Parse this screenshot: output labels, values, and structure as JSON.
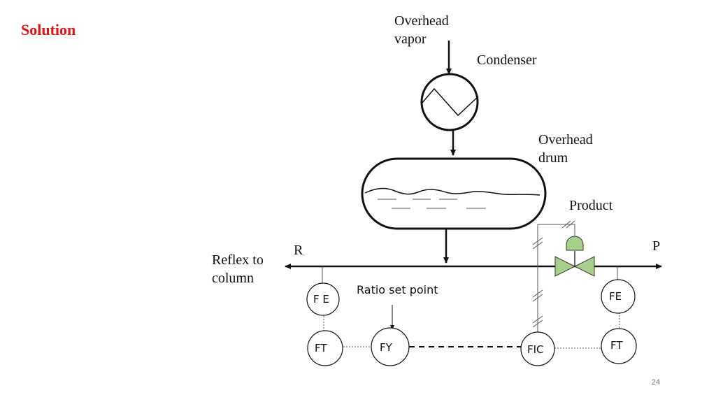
{
  "slide": {
    "title": "Solution",
    "page_number": "24"
  },
  "labels": {
    "overhead_vapor_1": "Overhead",
    "overhead_vapor_2": "vapor",
    "condenser": "Condenser",
    "overhead_drum_1": "Overhead",
    "overhead_drum_2": "drum",
    "product": "Product",
    "reflux_1": "Reflex to",
    "reflux_2": "column",
    "stream_r": "R",
    "stream_p": "P",
    "ratio_set_point": "Ratio set point"
  },
  "instruments": {
    "fe_left": "F E",
    "ft_left": "FT",
    "fy": "FY",
    "fic": "FIC",
    "fe_right": "FE",
    "ft_right": "FT"
  },
  "colors": {
    "title": "#e3130f",
    "valve": "#a8d08d"
  }
}
